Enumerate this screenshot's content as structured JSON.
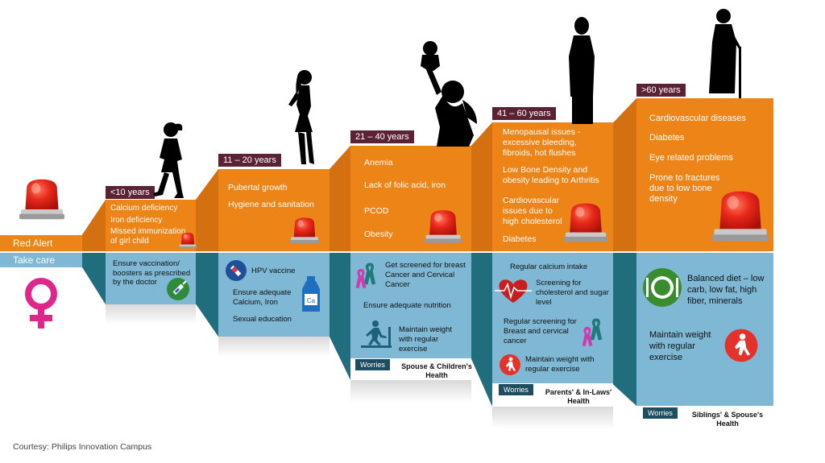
{
  "left": {
    "red_alert": "Red Alert",
    "take_care": "Take care"
  },
  "stages": [
    {
      "age": "<10 years",
      "alerts": [
        "Calcium deficiency",
        "Iron deficiency",
        "Missed immunization of girl child"
      ],
      "care": [
        "Ensure vaccination/ boosters as prescribed by the doctor"
      ]
    },
    {
      "age": "11 – 20 years",
      "alerts": [
        "Pubertal growth",
        "Hygiene and sanitation"
      ],
      "care": [
        "HPV vaccine",
        "Ensure adequate Calcium, Iron",
        "Sexual education"
      ]
    },
    {
      "age": "21 – 40 years",
      "alerts": [
        "Anemia",
        "Lack of folic acid, iron",
        "PCOD",
        "Obesity"
      ],
      "care": [
        "Get screened for breast Cancer and Cervical Cancer",
        "Ensure adequate nutrition",
        "Maintain weight with regular exercise"
      ],
      "worries_label": "Worries",
      "worries": "Spouse & Children's Health"
    },
    {
      "age": "41 – 60 years",
      "alerts": [
        "Menopausal issues - excessive bleeding, fibroids, hot flushes",
        "Low Bone Density and obesity leading to Arthritis",
        "Cardiovascular issues  due to high cholesterol",
        "Diabetes"
      ],
      "care": [
        "Regular calcium intake",
        "Screening for cholesterol and sugar level",
        "Regular screening for Breast and cervical cancer",
        "Maintain weight with regular exercise"
      ],
      "worries_label": "Worries",
      "worries": "Parents' & In-Laws' Health"
    },
    {
      "age": ">60 years",
      "alerts": [
        "Cardiovascular diseases",
        "Diabetes",
        "Eye related problems",
        "Prone to fractures due to low bone density"
      ],
      "care": [
        "Balanced diet – low carb, low fat, high fiber, minerals",
        "Maintain weight with regular exercise"
      ],
      "worries_label": "Worries",
      "worries": "Siblings' & Spouse's Health"
    }
  ],
  "courtesy": "Courtesy: Philips Innovation Campus",
  "colors": {
    "orange": "#ec8417",
    "blue": "#7eb8d4",
    "teal": "#1f6d7d",
    "age_tag": "#5a2234",
    "alarm": "#e8281b"
  }
}
